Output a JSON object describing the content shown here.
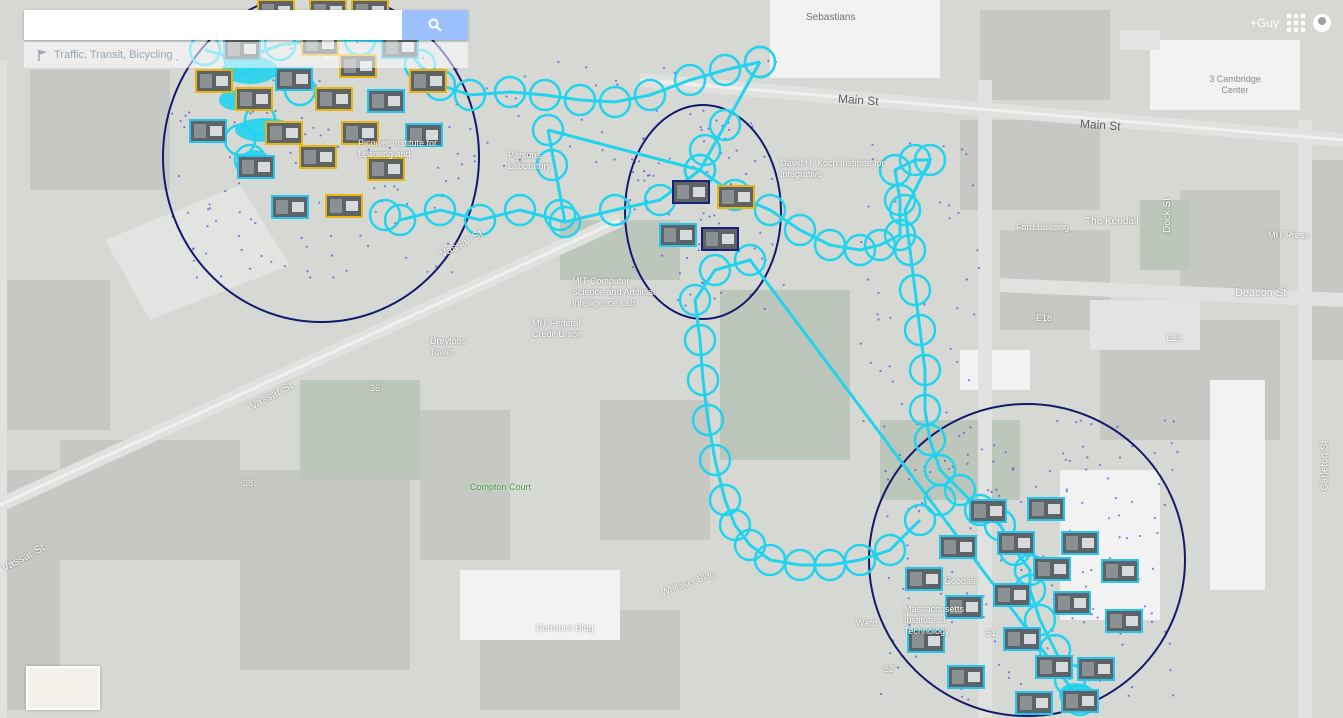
{
  "search": {
    "value": "",
    "placeholder": ""
  },
  "layers": {
    "text": "Traffic, Transit, Bicycling"
  },
  "top_right": {
    "user": "+Guy"
  },
  "icons": {
    "search": "search-icon",
    "layers_flag": "flag-icon",
    "apps": "apps-grid-icon",
    "account": "account-icon"
  },
  "labels": {
    "sebastians": "Sebastians",
    "three_cambridge_center": "3 Cambridge Center",
    "main_st": "Main St",
    "main_st_2": "Main St",
    "picower": "Picower Institute for Learning and",
    "parsons": "Parsons Laboratory",
    "david_koch": "David H. Koch Institute for Integrative",
    "the_kendall": "The Kendall",
    "ford_building": "Ford Building",
    "mit_press": "MIT Press",
    "dock_st": "Dock St",
    "deacon_st": "Deacon St",
    "vassar_st_1": "Vassar St",
    "vassar_st_2": "Vassar St",
    "vassar_st_3": "Vassar St",
    "mit_csail": "MIT Computer Science and Artificial Intelligence Lab",
    "mit_federal_credit_union": "MIT Federal Credit Union",
    "dreyfoos_tower": "Dreyfoos Tower",
    "compton_court": "Compton Court",
    "whitaker_bldg": "Whitaker Bldg",
    "dorrance_bldg": "Dorrance Bldg",
    "goodale": "Goodale",
    "mit": "Massachusetts Institute of Technology",
    "ward": "Ward",
    "carleton_st": "Carleton St",
    "e18": "E18",
    "e25": "E25",
    "e51": "51",
    "e62": "62",
    "b36": "36",
    "b38": "38"
  },
  "colors": {
    "trail": "#22d3ee",
    "cluster_ellipse": "#141a6b",
    "photo_border_yellow": "#e7b410",
    "photo_border_cyan": "#22c6ee",
    "photo_border_navy": "#1a1f78",
    "scatter_points": "#4b4fd6",
    "search_button": "#4d90fe"
  }
}
